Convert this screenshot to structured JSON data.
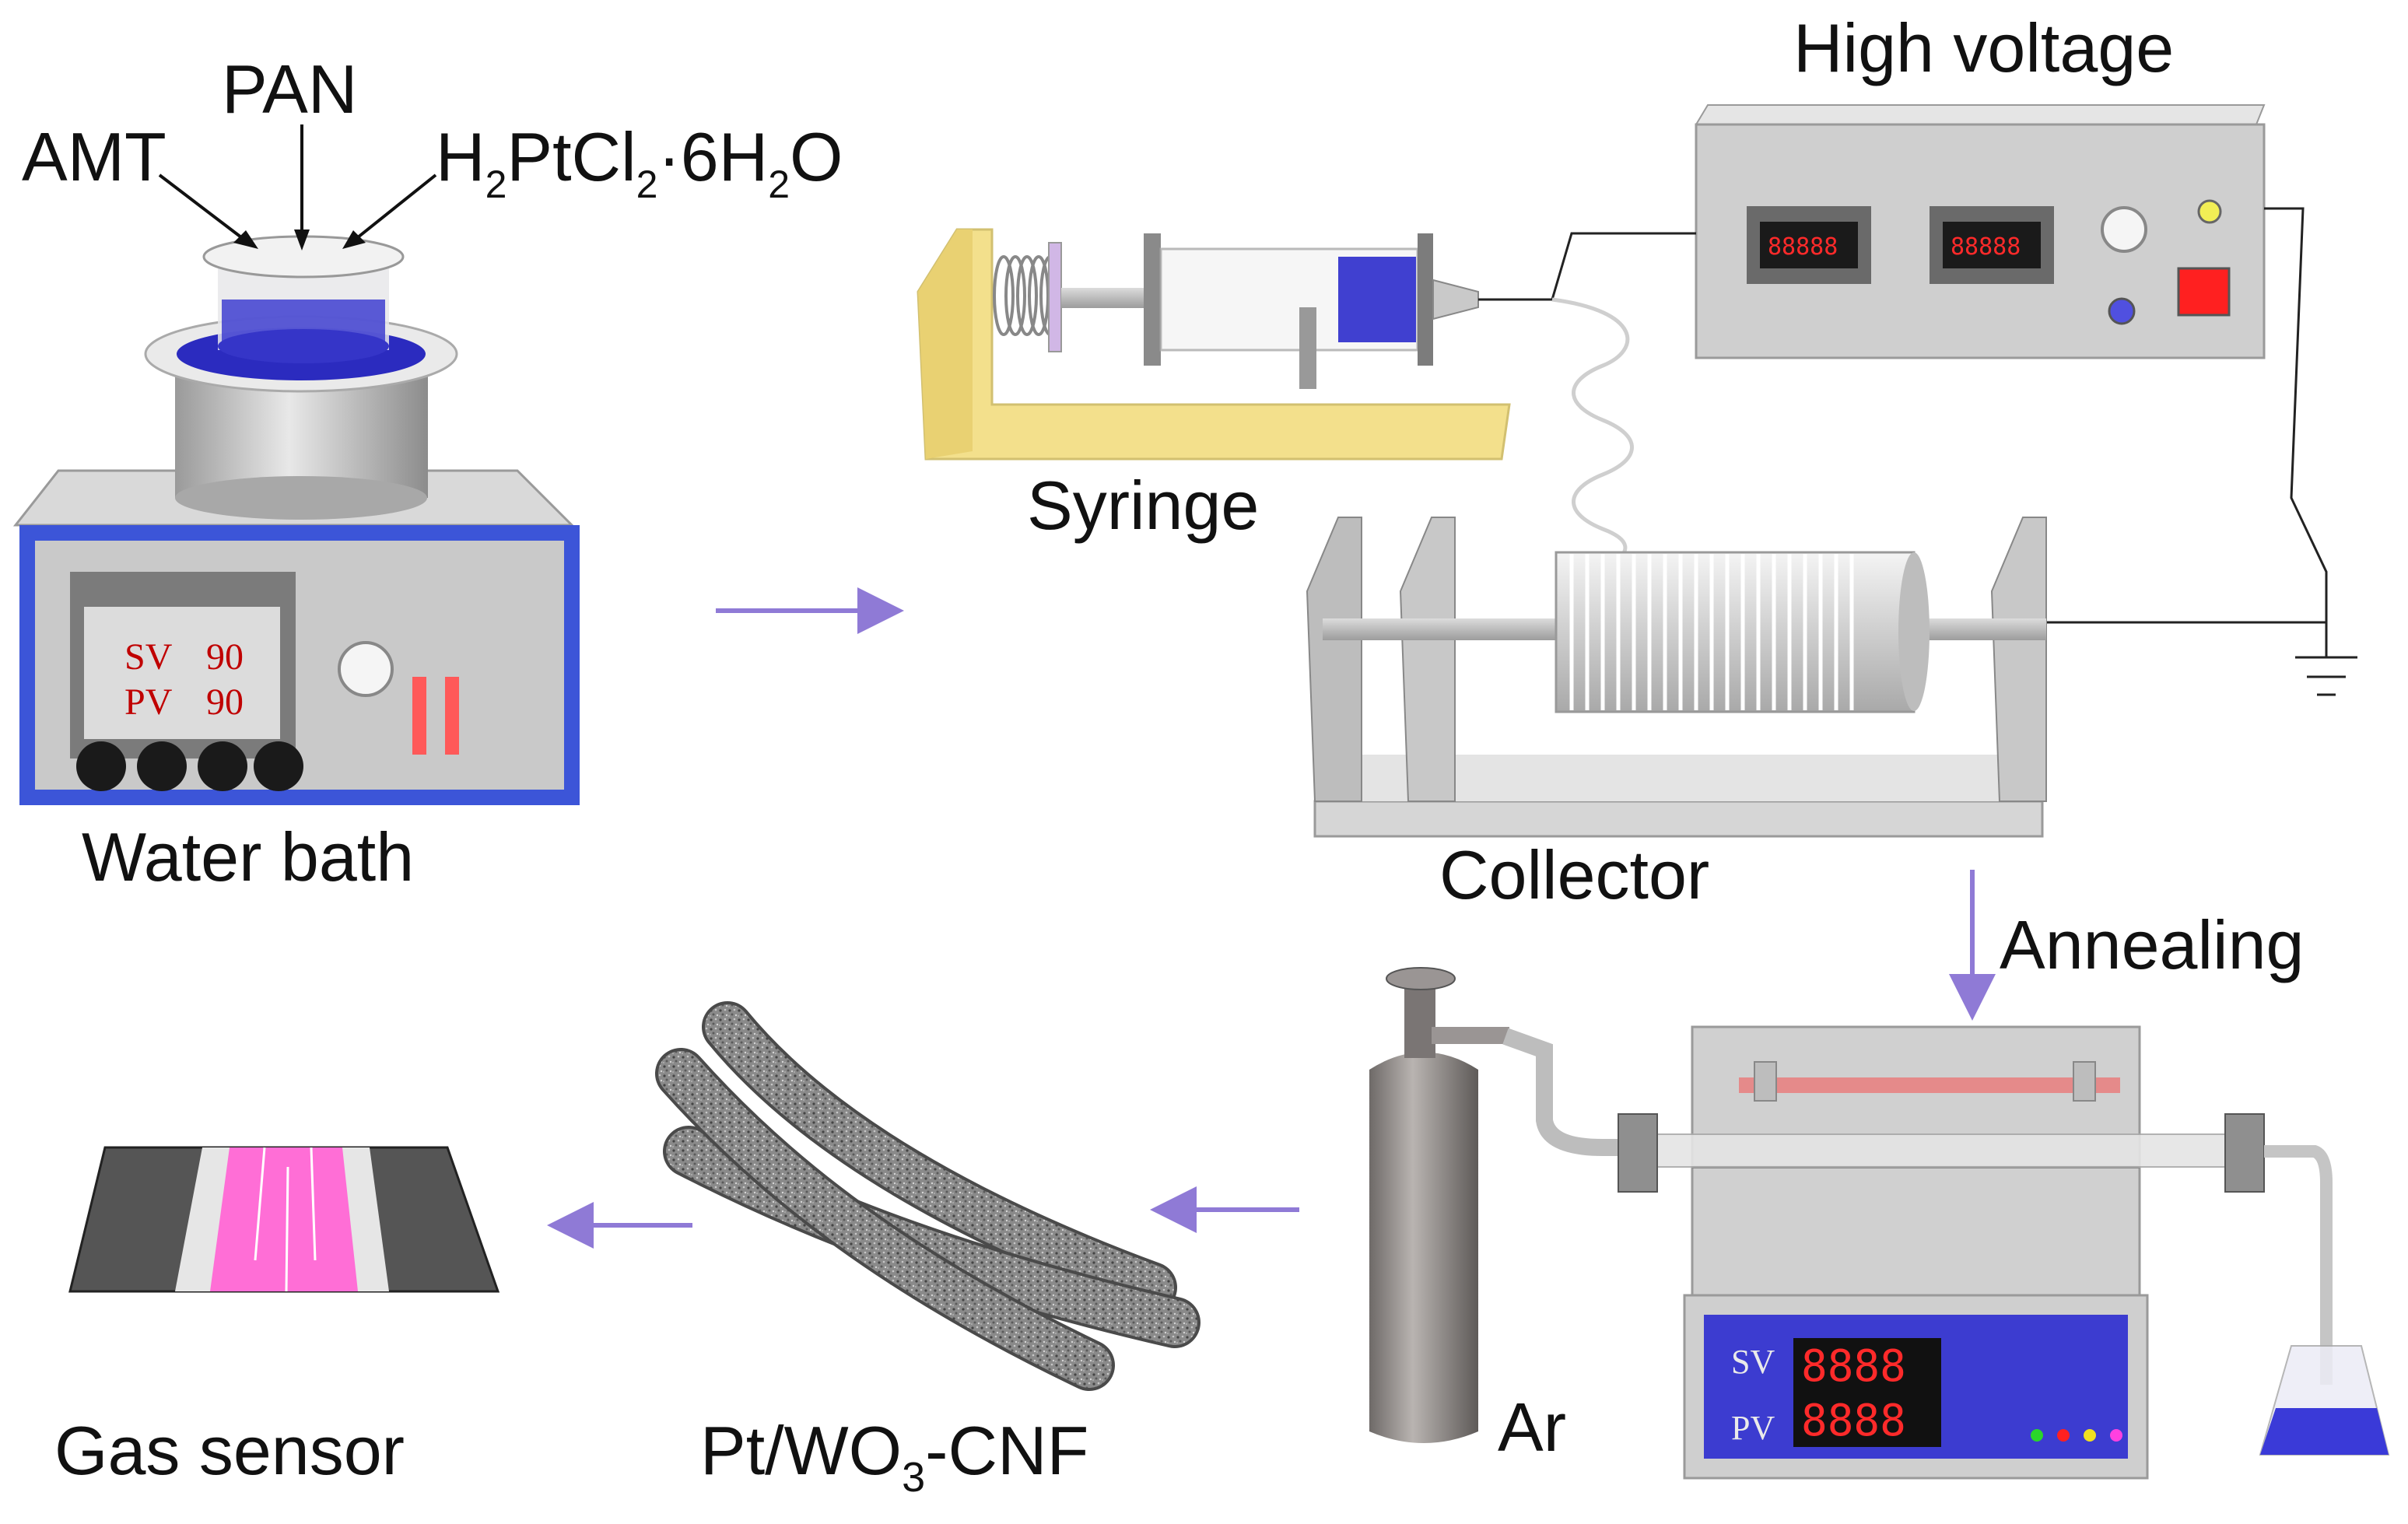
{
  "labels": {
    "pan": "PAN",
    "amt": "AMT",
    "h2ptcl6": {
      "a": "H",
      "a_sub": "2",
      "b": "PtCl",
      "b_sub": "2",
      "c": "·6H",
      "c_sub": "2",
      "d": "O"
    },
    "water_bath": "Water bath",
    "syringe": "Syringe",
    "high_voltage": "High voltage",
    "collector": "Collector",
    "annealing": "Annealing",
    "argon": "Ar",
    "product": {
      "a": "Pt/WO",
      "a_sub": "3",
      "b": "-CNF"
    },
    "gas_sensor": "Gas sensor"
  },
  "water_bath_display": {
    "sv_label": "SV",
    "sv_value": "90",
    "pv_label": "PV",
    "pv_value": "90"
  },
  "furnace_display": {
    "sv_label": "SV",
    "pv_label": "PV",
    "sv_digits": "8888",
    "pv_digits": "8888"
  },
  "high_voltage_display": {
    "meter1": "88888",
    "meter2": "88888"
  },
  "colors": {
    "arrow": "#8f7ad6",
    "water_bath_frame": "#3c55d8",
    "solution": "#3a3ad8",
    "syringe_base": "#f3e08c",
    "led_red": "#ff2a2a",
    "sensor_pink": "#ff6ed6",
    "argon_text": "#b0163a"
  }
}
